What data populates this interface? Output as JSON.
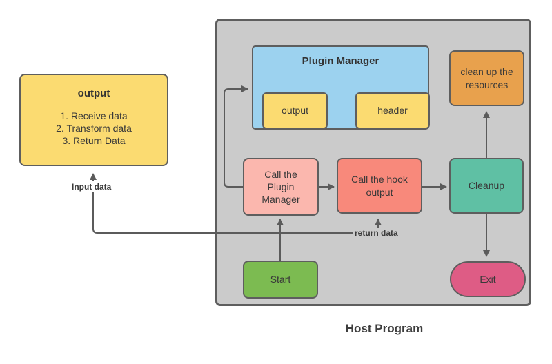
{
  "diagram": {
    "background": "#ffffff",
    "connector_color": "#5b5b5b",
    "host": {
      "label": "Host Program",
      "fill": "#cbcbcb",
      "border": "#5e5e5e"
    },
    "nodes": {
      "external_output": {
        "title": "output",
        "items": [
          "1. Receive data",
          "2. Transform data",
          "3. Return Data"
        ],
        "fill": "#fbdb71"
      },
      "plugin_manager": {
        "label": "Plugin Manager",
        "fill": "#9cd2ef"
      },
      "pm_output": {
        "label": "output",
        "fill": "#fbdb71"
      },
      "pm_header": {
        "label": "header",
        "fill": "#fbdb71"
      },
      "call_plugin": {
        "label": "Call the Plugin Manager",
        "fill": "#fbb7ae"
      },
      "call_hook": {
        "label": "Call the hook output",
        "fill": "#f8897b"
      },
      "cleanup": {
        "label": "Cleanup",
        "fill": "#5fc0a4"
      },
      "cleanup_resources": {
        "label": "clean up the resources",
        "fill": "#e8a14d"
      },
      "exit": {
        "label": "Exit",
        "fill": "#de5c85"
      },
      "start": {
        "label": "Start",
        "fill": "#7cbb51"
      }
    },
    "edge_labels": {
      "input_data": "Input data",
      "return_data": "return data"
    }
  }
}
